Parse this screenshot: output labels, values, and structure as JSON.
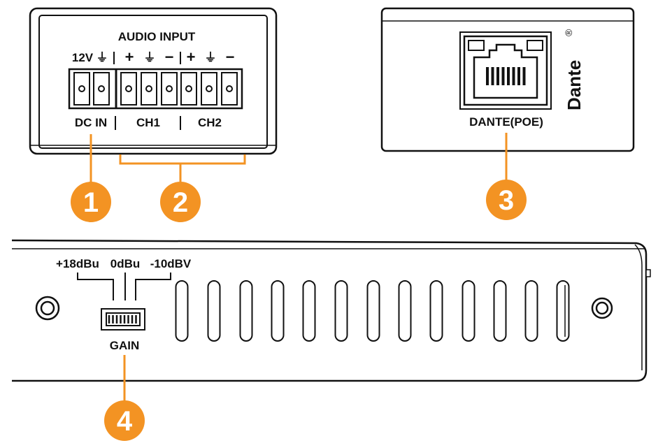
{
  "audio_panel": {
    "title": "AUDIO INPUT",
    "v12_label": "12V",
    "ground_symbol": "⏚",
    "plus_symbol": "+",
    "minus_symbol": "−",
    "dc_in_label": "DC IN",
    "ch1_label": "CH1",
    "ch2_label": "CH2"
  },
  "dante_panel": {
    "port_label": "DANTE(POE)",
    "logo_text": "Dante",
    "registered_mark": "®"
  },
  "side_panel": {
    "gain_label": "GAIN",
    "gain_options": [
      "+18dBu",
      "0dBu",
      "-10dBV"
    ]
  },
  "callouts": [
    {
      "number": "1"
    },
    {
      "number": "2"
    },
    {
      "number": "3"
    },
    {
      "number": "4"
    }
  ],
  "colors": {
    "callout": "#F39323",
    "outline": "#111111",
    "background": "#ffffff"
  },
  "icons": {
    "rj45": "ethernet-port-icon",
    "logo": "dante-logo-icon",
    "ground": "ground-icon"
  }
}
